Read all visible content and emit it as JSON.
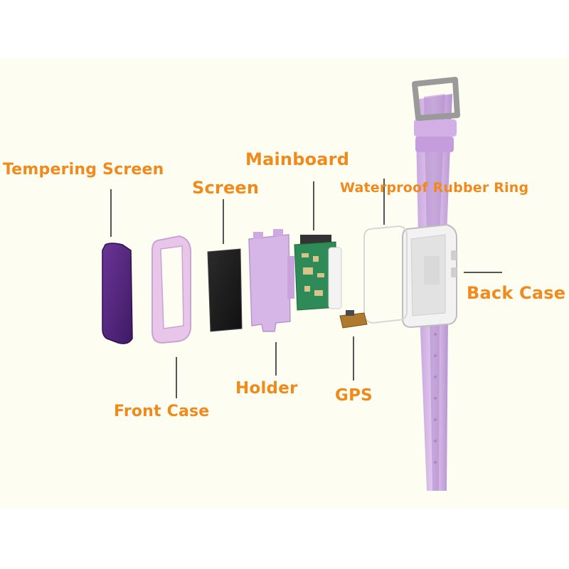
{
  "labels": {
    "tempering_screen": "Tempering Screen",
    "mainboard": "Mainboard",
    "screen": "Screen",
    "waterproof_ring": "Waterproof Rubber Ring",
    "back_case": "Back Case",
    "holder": "Holder",
    "gps": "GPS",
    "front_case": "Front Case"
  },
  "colors": {
    "label": "#f08a1c",
    "panel_background": "#fefdf2",
    "strap_light": "#d9bfe8",
    "strap_dark": "#b58fd0",
    "glass_purple": "#5b2a86",
    "front_case_pink": "#e8c6ea",
    "holder_lilac": "#d6b6e6",
    "pcb_green": "#2e8b57",
    "back_case_white": "#f4f4f4",
    "gps_module": "#b07a2e"
  }
}
